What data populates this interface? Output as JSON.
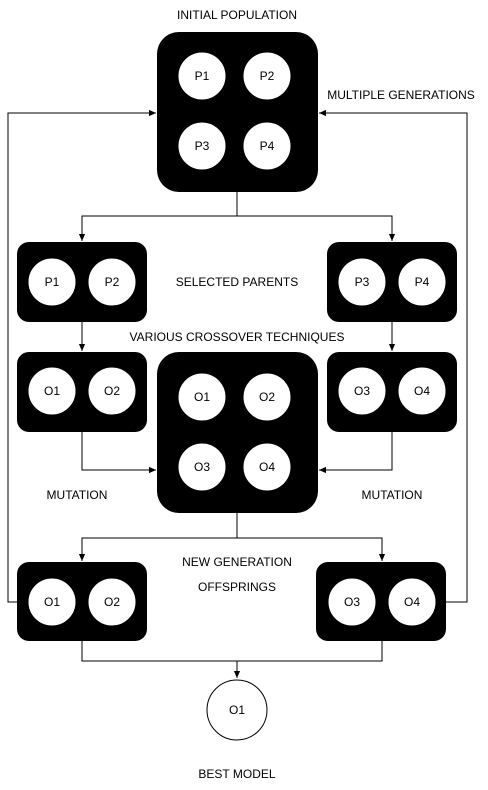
{
  "labels": {
    "initial_population": "INITIAL POPULATION",
    "multiple_generations": "MULTIPLE GENERATIONS",
    "selected_parents": "SELECTED PARENTS",
    "crossover": "VARIOUS CROSSOVER TECHNIQUES",
    "mutation_left": "MUTATION",
    "mutation_right": "MUTATION",
    "new_generation": "NEW GENERATION",
    "offsprings": "OFFSPRINGS",
    "best_model": "BEST MODEL"
  },
  "nodes": {
    "pop": [
      "P1",
      "P2",
      "P3",
      "P4"
    ],
    "parents_left": [
      "P1",
      "P2"
    ],
    "parents_right": [
      "P3",
      "P4"
    ],
    "off_left": [
      "O1",
      "O2"
    ],
    "off_right": [
      "O3",
      "O4"
    ],
    "off_center": [
      "O1",
      "O2",
      "O3",
      "O4"
    ],
    "new_left": [
      "O1",
      "O2"
    ],
    "new_right": [
      "O3",
      "O4"
    ],
    "best": "O1"
  },
  "colors": {
    "box": "#000000",
    "circle": "#ffffff",
    "line": "#000000"
  }
}
